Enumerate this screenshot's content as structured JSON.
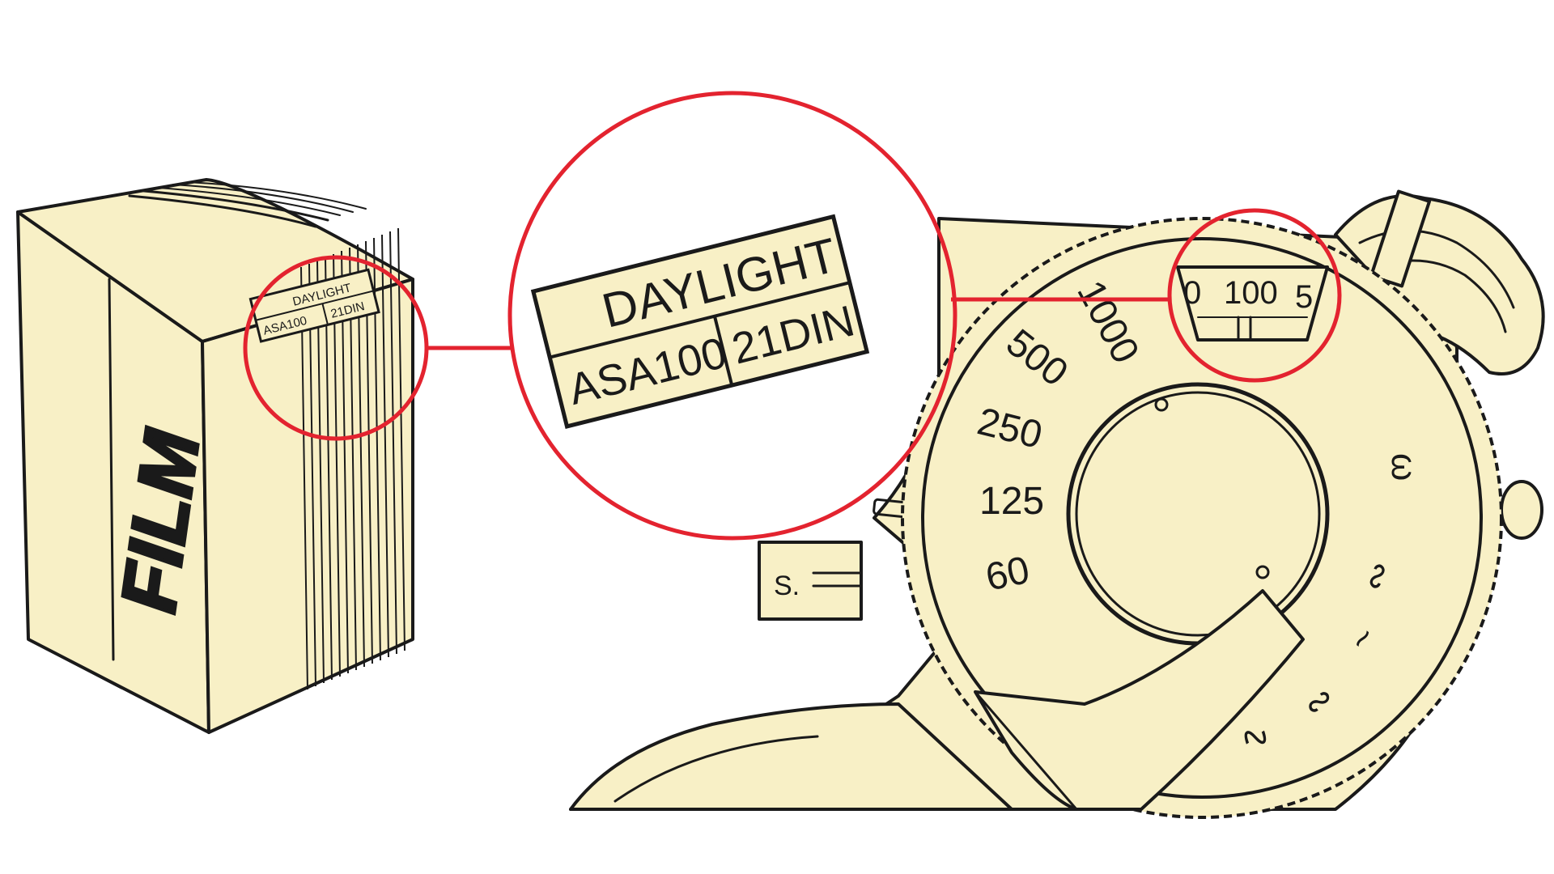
{
  "film_box": {
    "brand_text": "FILM",
    "label_line_1": "DAYLIGHT",
    "label_speed_asa": "ASA100",
    "label_speed_din": "21DIN"
  },
  "magnified_label": {
    "line_1": "DAYLIGHT",
    "speed_asa": "ASA100",
    "speed_din": "21DIN"
  },
  "camera": {
    "iso_window": {
      "left": "0",
      "center": "100",
      "right": "5"
    },
    "shutter_speeds": [
      "1000",
      "500",
      "250",
      "125",
      "60"
    ],
    "side_marks": [
      "ω",
      "∾",
      "~",
      "∾",
      "∿"
    ],
    "film_door_label": "S."
  },
  "colors": {
    "callout": "#e3232f",
    "paper": "#f8f0c6",
    "ink": "#1a1a1a"
  }
}
